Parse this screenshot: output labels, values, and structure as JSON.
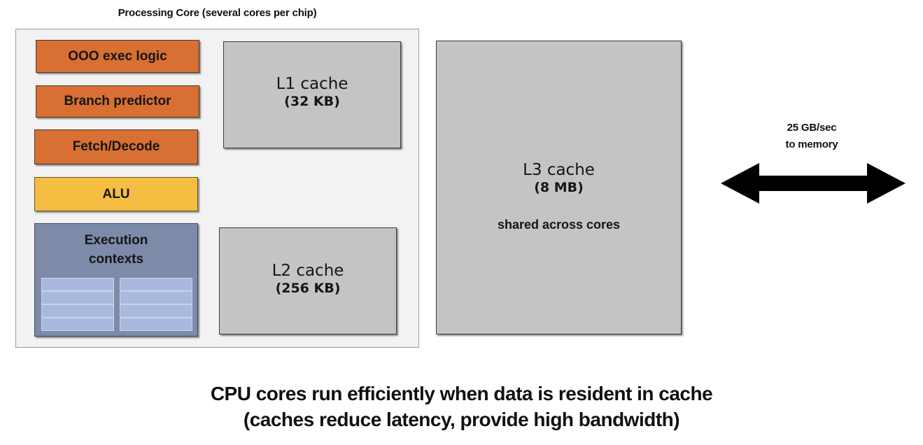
{
  "core": {
    "title": "Processing Core (several cores per chip)",
    "units": {
      "ooo": "OOO exec logic",
      "branch": "Branch predictor",
      "fetch": "Fetch/Decode",
      "alu": "ALU"
    },
    "exec_contexts": {
      "line1": "Execution",
      "line2": "contexts"
    },
    "l1": {
      "name": "L1 cache",
      "size": "(32 KB)"
    },
    "l2": {
      "name": "L2 cache",
      "size": "(256 KB)"
    }
  },
  "l3": {
    "name": "L3 cache",
    "size": "(8 MB)",
    "note": "shared across cores"
  },
  "memory_link": {
    "line1": "25 GB/sec",
    "line2": "to memory"
  },
  "caption": {
    "line1": "CPU cores run efficiently when data is resident in cache",
    "line2": "(caches reduce latency, provide high bandwidth)"
  },
  "colors": {
    "orange_unit": "#d86f33",
    "alu": "#f5bd42",
    "exec_contexts": "#7d8aa8",
    "context_rows": "#a9b8dd",
    "cache": "#c4c4c4",
    "core_background": "#f2f2f2"
  },
  "icons": {
    "memory_link": "double-headed-arrow-icon"
  }
}
